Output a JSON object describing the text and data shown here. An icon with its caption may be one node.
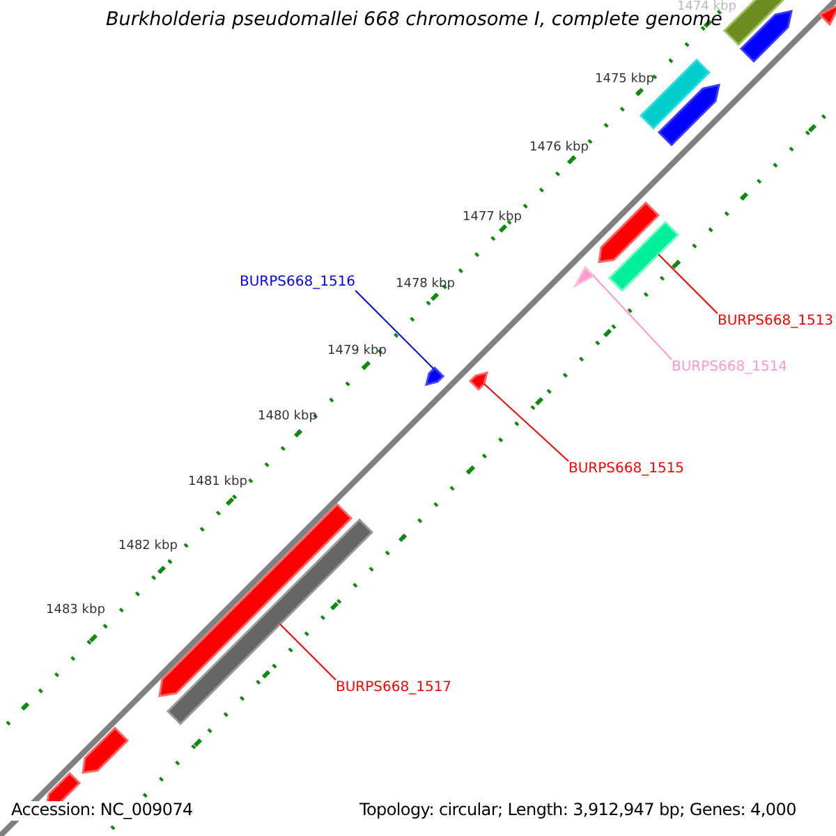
{
  "diagram": {
    "title": "Burkholderia pseudomallei 668 chromosome I, complete genome",
    "nodes": [
      {
        "text": [
          "BURPS668_1516"
        ]
      },
      {
        "text": [],
        "shape": "arrow"
      },
      {
        "text": [],
        "shape": "bar"
      },
      {
        "text": [
          "BURPS668_1513"
        ]
      },
      {
        "text": [],
        "shape": "triangle"
      },
      {
        "text": [
          "BURPS668_1514"
        ]
      },
      {
        "text": [],
        "shape": "arrow"
      },
      {
        "text": [
          "BURPS668_1515"
        ]
      },
      {
        "text": [],
        "shape": "bar"
      },
      {
        "text": [
          "BURPS668_1517"
        ]
      }
    ],
    "edges": [
      {
        "from": 0,
        "to": 1,
        "arrow": "none",
        "color": "#0000ff"
      },
      {
        "from": 3,
        "to": 2,
        "arrow": "none",
        "color": "#ff0000"
      },
      {
        "from": 5,
        "to": 4,
        "arrow": "none",
        "color": "#ff99cc"
      },
      {
        "from": 7,
        "to": 6,
        "arrow": "none",
        "color": "#ff0000"
      },
      {
        "from": 9,
        "to": 8,
        "arrow": "none",
        "color": "#ff0000"
      }
    ],
    "labels": [
      "1474 kbp",
      "1475 kbp",
      "1476 kbp",
      "1477 kbp",
      "1478 kbp",
      "1479 kbp",
      "1480 kbp",
      "1481 kbp",
      "1482 kbp",
      "1483 kbp",
      "Accession: NC_009074",
      "Topology: circular; Length: 3,912,947 bp; Genes: 4,000"
    ]
  }
}
